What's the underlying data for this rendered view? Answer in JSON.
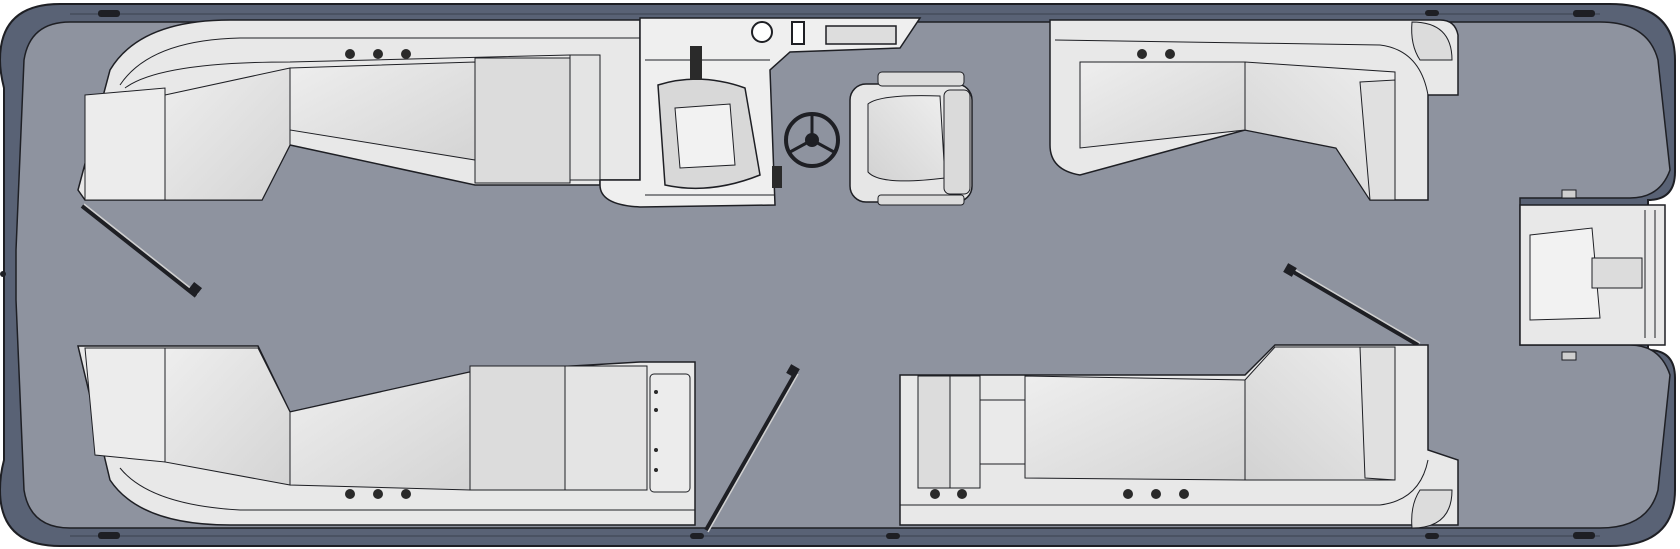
{
  "diagram": {
    "kind": "pontoon boat floor plan (top view)",
    "colors": {
      "deck": "#8e939f",
      "hull_rail": "#596275",
      "outline": "#1e1f24",
      "upholstery": "#e6e6e6",
      "upholstery_shade": "#d2d2d2",
      "console": "#efefef",
      "background": "#ffffff"
    },
    "components": [
      {
        "name": "bow-port-lounge",
        "type": "seat"
      },
      {
        "name": "bow-starboard-lounge",
        "type": "seat"
      },
      {
        "name": "helm-console",
        "type": "console"
      },
      {
        "name": "helm-seat",
        "type": "seat"
      },
      {
        "name": "steering-wheel",
        "type": "control"
      },
      {
        "name": "aft-port-lounge",
        "type": "seat"
      },
      {
        "name": "aft-starboard-lounge",
        "type": "seat"
      },
      {
        "name": "rear-swim-platform",
        "type": "platform"
      },
      {
        "name": "bow-gate",
        "type": "gate"
      },
      {
        "name": "mid-gate",
        "type": "gate"
      },
      {
        "name": "aft-gate",
        "type": "gate"
      }
    ]
  }
}
